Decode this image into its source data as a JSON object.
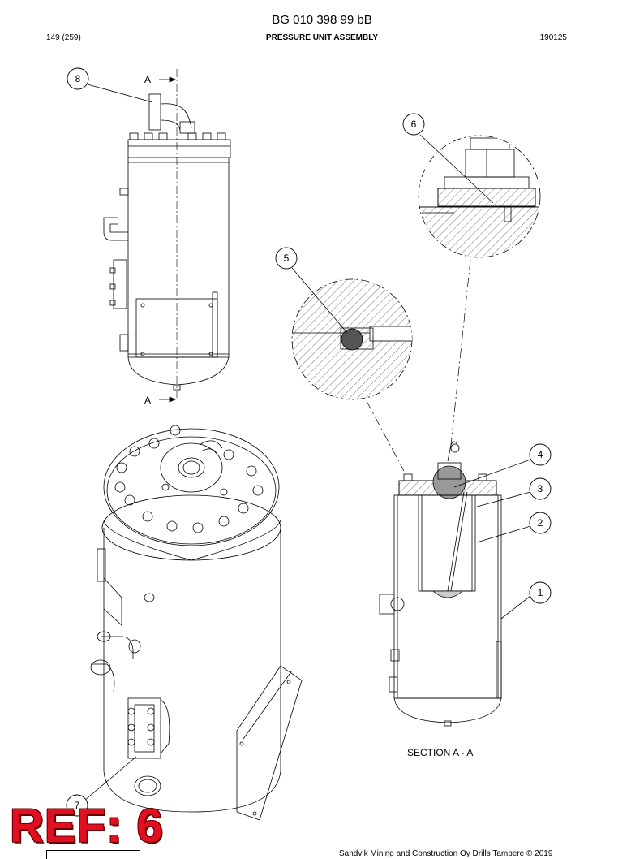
{
  "header": {
    "doc_number": "BG 010 398 99 bB",
    "page": "149 (259)",
    "title": "PRESSURE UNIT ASSEMBLY",
    "date_code": "190125"
  },
  "drawing": {
    "section_marker": "A",
    "section_label": "SECTION A - A",
    "callouts": [
      "1",
      "2",
      "3",
      "4",
      "5",
      "6",
      "7",
      "8"
    ]
  },
  "footer": {
    "copyright": "Sandvik Mining and Construction Oy Drills Tampere © 2019"
  },
  "stamp": {
    "text": "REF: 6",
    "color": "#e01020"
  }
}
